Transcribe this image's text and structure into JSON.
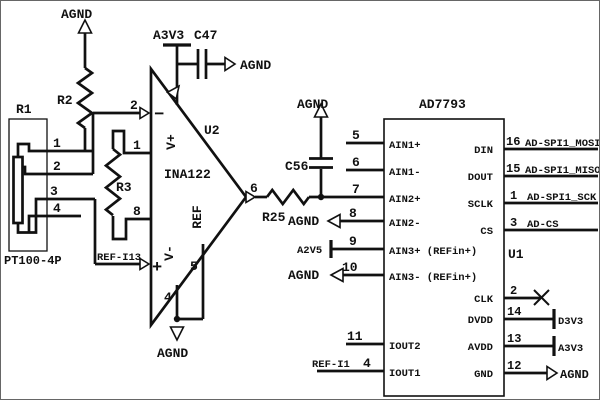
{
  "labels": {
    "agnd": "AGND",
    "a3v3": "A3V3",
    "a2v5": "A2V5",
    "ref_i13": "REF-I13",
    "ref_i1": "REF-I1"
  },
  "connector": {
    "ref": "R1",
    "part": "PT100-4P",
    "pin1": "1",
    "pin2": "2",
    "pin3": "3",
    "pin4": "4"
  },
  "resistors": {
    "r2": "R2",
    "r3": "R3",
    "r25": "R25"
  },
  "capacitors": {
    "c47": "C47",
    "c56": "C56"
  },
  "amp": {
    "ref": "U2",
    "part": "INA122",
    "minus": "−",
    "plus": "+",
    "vplus": "V+",
    "vminus": "V-",
    "refpin": "REF",
    "pin_inv": "2",
    "pin_g1": "1",
    "pin_g2": "8",
    "pin_out": "6",
    "pin_ref": "5",
    "pin_vm": "4"
  },
  "adc": {
    "ref": "U1",
    "part": "AD7793",
    "l": [
      {
        "n": "5",
        "t": "AIN1+"
      },
      {
        "n": "6",
        "t": "AIN1-"
      },
      {
        "n": "7",
        "t": "AIN2+"
      },
      {
        "n": "8",
        "t": "AIN2-"
      },
      {
        "n": "9",
        "t": "AIN3+ (REFin+)"
      },
      {
        "n": "10",
        "t": "AIN3- (REFin+)"
      },
      {
        "n": "11",
        "t": "IOUT2"
      },
      {
        "n": "4",
        "t": "IOUT1"
      }
    ],
    "r": [
      {
        "n": "16",
        "t": "DIN",
        "net": "AD-SPI1_MOSI"
      },
      {
        "n": "15",
        "t": "DOUT",
        "net": "AD-SPI1_MISO"
      },
      {
        "n": "1",
        "t": "SCLK",
        "net": "AD-SPI1_SCK"
      },
      {
        "n": "3",
        "t": "CS",
        "net": "AD-CS"
      },
      {
        "n": "2",
        "t": "CLK",
        "net": ""
      },
      {
        "n": "14",
        "t": "DVDD",
        "net": "D3V3"
      },
      {
        "n": "13",
        "t": "AVDD",
        "net": "A3V3"
      },
      {
        "n": "12",
        "t": "GND",
        "net": "AGND"
      }
    ]
  }
}
